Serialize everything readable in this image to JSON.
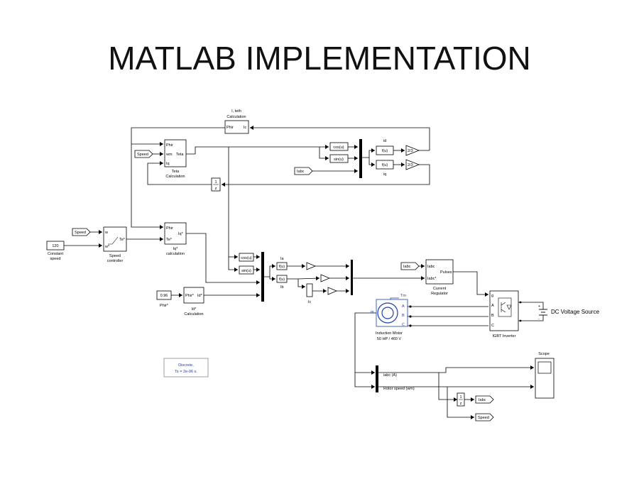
{
  "title": "MATLAB IMPLEMENTATION",
  "blocks": {
    "calc_top_label_small": "I, teth",
    "calc_top_label": "Calculation",
    "calc_top_in": "Phir",
    "calc_top_out": "Ic",
    "teta_in1": "Phir",
    "teta_in2": "wm",
    "teta_in3": "Iq",
    "teta_out": "Teta",
    "teta_label1": "Teta",
    "teta_label2": "Calculation",
    "speed_tag_top": "Speed",
    "cos_label": "cos(u)",
    "sin_label": "sin(u)",
    "fu1": "f(u)",
    "fu2": "f(u)",
    "id_label": "id",
    "iq_label": "iq",
    "iabc_tag1": "Iabc",
    "gain1": "2/3",
    "gain2": "2/3",
    "unit_delay_num": "1",
    "unit_delay_den": "z",
    "speed_tag_mid": "Speed",
    "const120": "120",
    "const_label1": "Constant",
    "const_label2": "speed",
    "spd_in1": "w",
    "spd_in2": "w*",
    "spd_out": "Te*",
    "spd_label1": "Speed",
    "spd_label2": "controller",
    "iq_calc_in1": "Phir",
    "iq_calc_in2": "Te*",
    "iq_calc_out": "Iq*",
    "iq_calc_label1": "Iq*",
    "iq_calc_label2": "calculation",
    "cos2": "cos(u)",
    "sin2": "sin(u)",
    "ia_label": "Ia",
    "ib_label": "Ib",
    "ic_label": "Ic",
    "fu3": "f(u)",
    "fu4": "f(u)",
    "phir_const": "0.96",
    "phir_label": "Phir*",
    "id_calc_in": "Phir*",
    "id_calc_out": "Id*",
    "id_calc_label1": "Id*",
    "id_calc_label2": "Calculation",
    "iabc_tag2": "Iabc",
    "cr_in1": "Iabc",
    "cr_in2": "Iabc*",
    "cr_out": "Pulses",
    "cr_label1": "Current",
    "cr_label2": "Regulator",
    "tm_label": "Tm",
    "m_label": "m",
    "motor_label1": "Induction Motor",
    "motor_label2": "50 HP / 460 V",
    "igbt_g": "g",
    "igbt_a": "A",
    "igbt_b": "B",
    "igbt_c": "C",
    "igbt_label": "IGBT Inverter",
    "dc_label": "DC Voltage Source",
    "plus": "+",
    "minus": "-",
    "powergui1": "Discrete,",
    "powergui2": "Ts = 2e-06 s.",
    "scope_label": "Scope",
    "demux1": "iabc (A)",
    "demux2": "Rotor speed (wm)",
    "delay2_num": "1",
    "delay2_den": "z",
    "iabc_out_tag": "Iabc",
    "speed_out_tag": "Speed"
  },
  "colors": {
    "accent_blue": "#1a3fb0"
  }
}
